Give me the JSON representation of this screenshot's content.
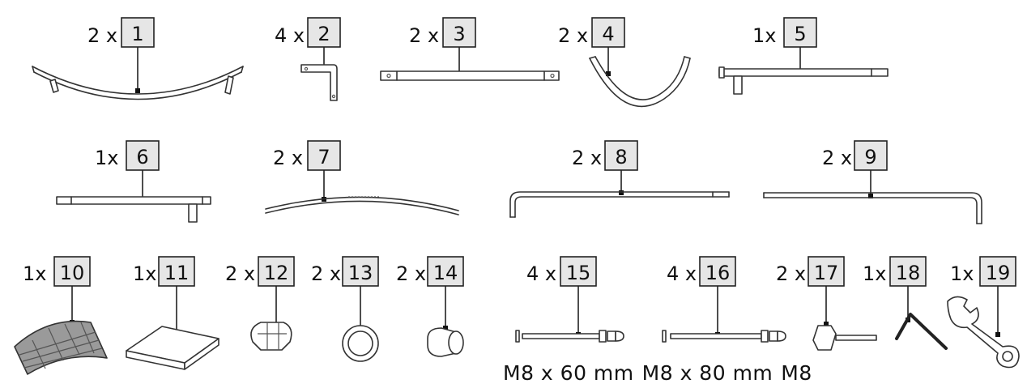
{
  "parts": [
    {
      "id": "1",
      "qty": "2 x"
    },
    {
      "id": "2",
      "qty": "4 x"
    },
    {
      "id": "3",
      "qty": "2 x"
    },
    {
      "id": "4",
      "qty": "2 x"
    },
    {
      "id": "5",
      "qty": "1x"
    },
    {
      "id": "6",
      "qty": "1x"
    },
    {
      "id": "7",
      "qty": "2 x"
    },
    {
      "id": "8",
      "qty": "2 x"
    },
    {
      "id": "9",
      "qty": "2 x"
    },
    {
      "id": "10",
      "qty": "1x"
    },
    {
      "id": "11",
      "qty": "1x"
    },
    {
      "id": "12",
      "qty": "2 x"
    },
    {
      "id": "13",
      "qty": "2 x"
    },
    {
      "id": "14",
      "qty": "2 x"
    },
    {
      "id": "15",
      "qty": "4 x"
    },
    {
      "id": "16",
      "qty": "4 x"
    },
    {
      "id": "17",
      "qty": "2 x"
    },
    {
      "id": "18",
      "qty": "1x"
    },
    {
      "id": "19",
      "qty": "1x"
    }
  ],
  "specs": [
    "M8 x 60 mm",
    "M8 x 80 mm",
    "M8"
  ]
}
